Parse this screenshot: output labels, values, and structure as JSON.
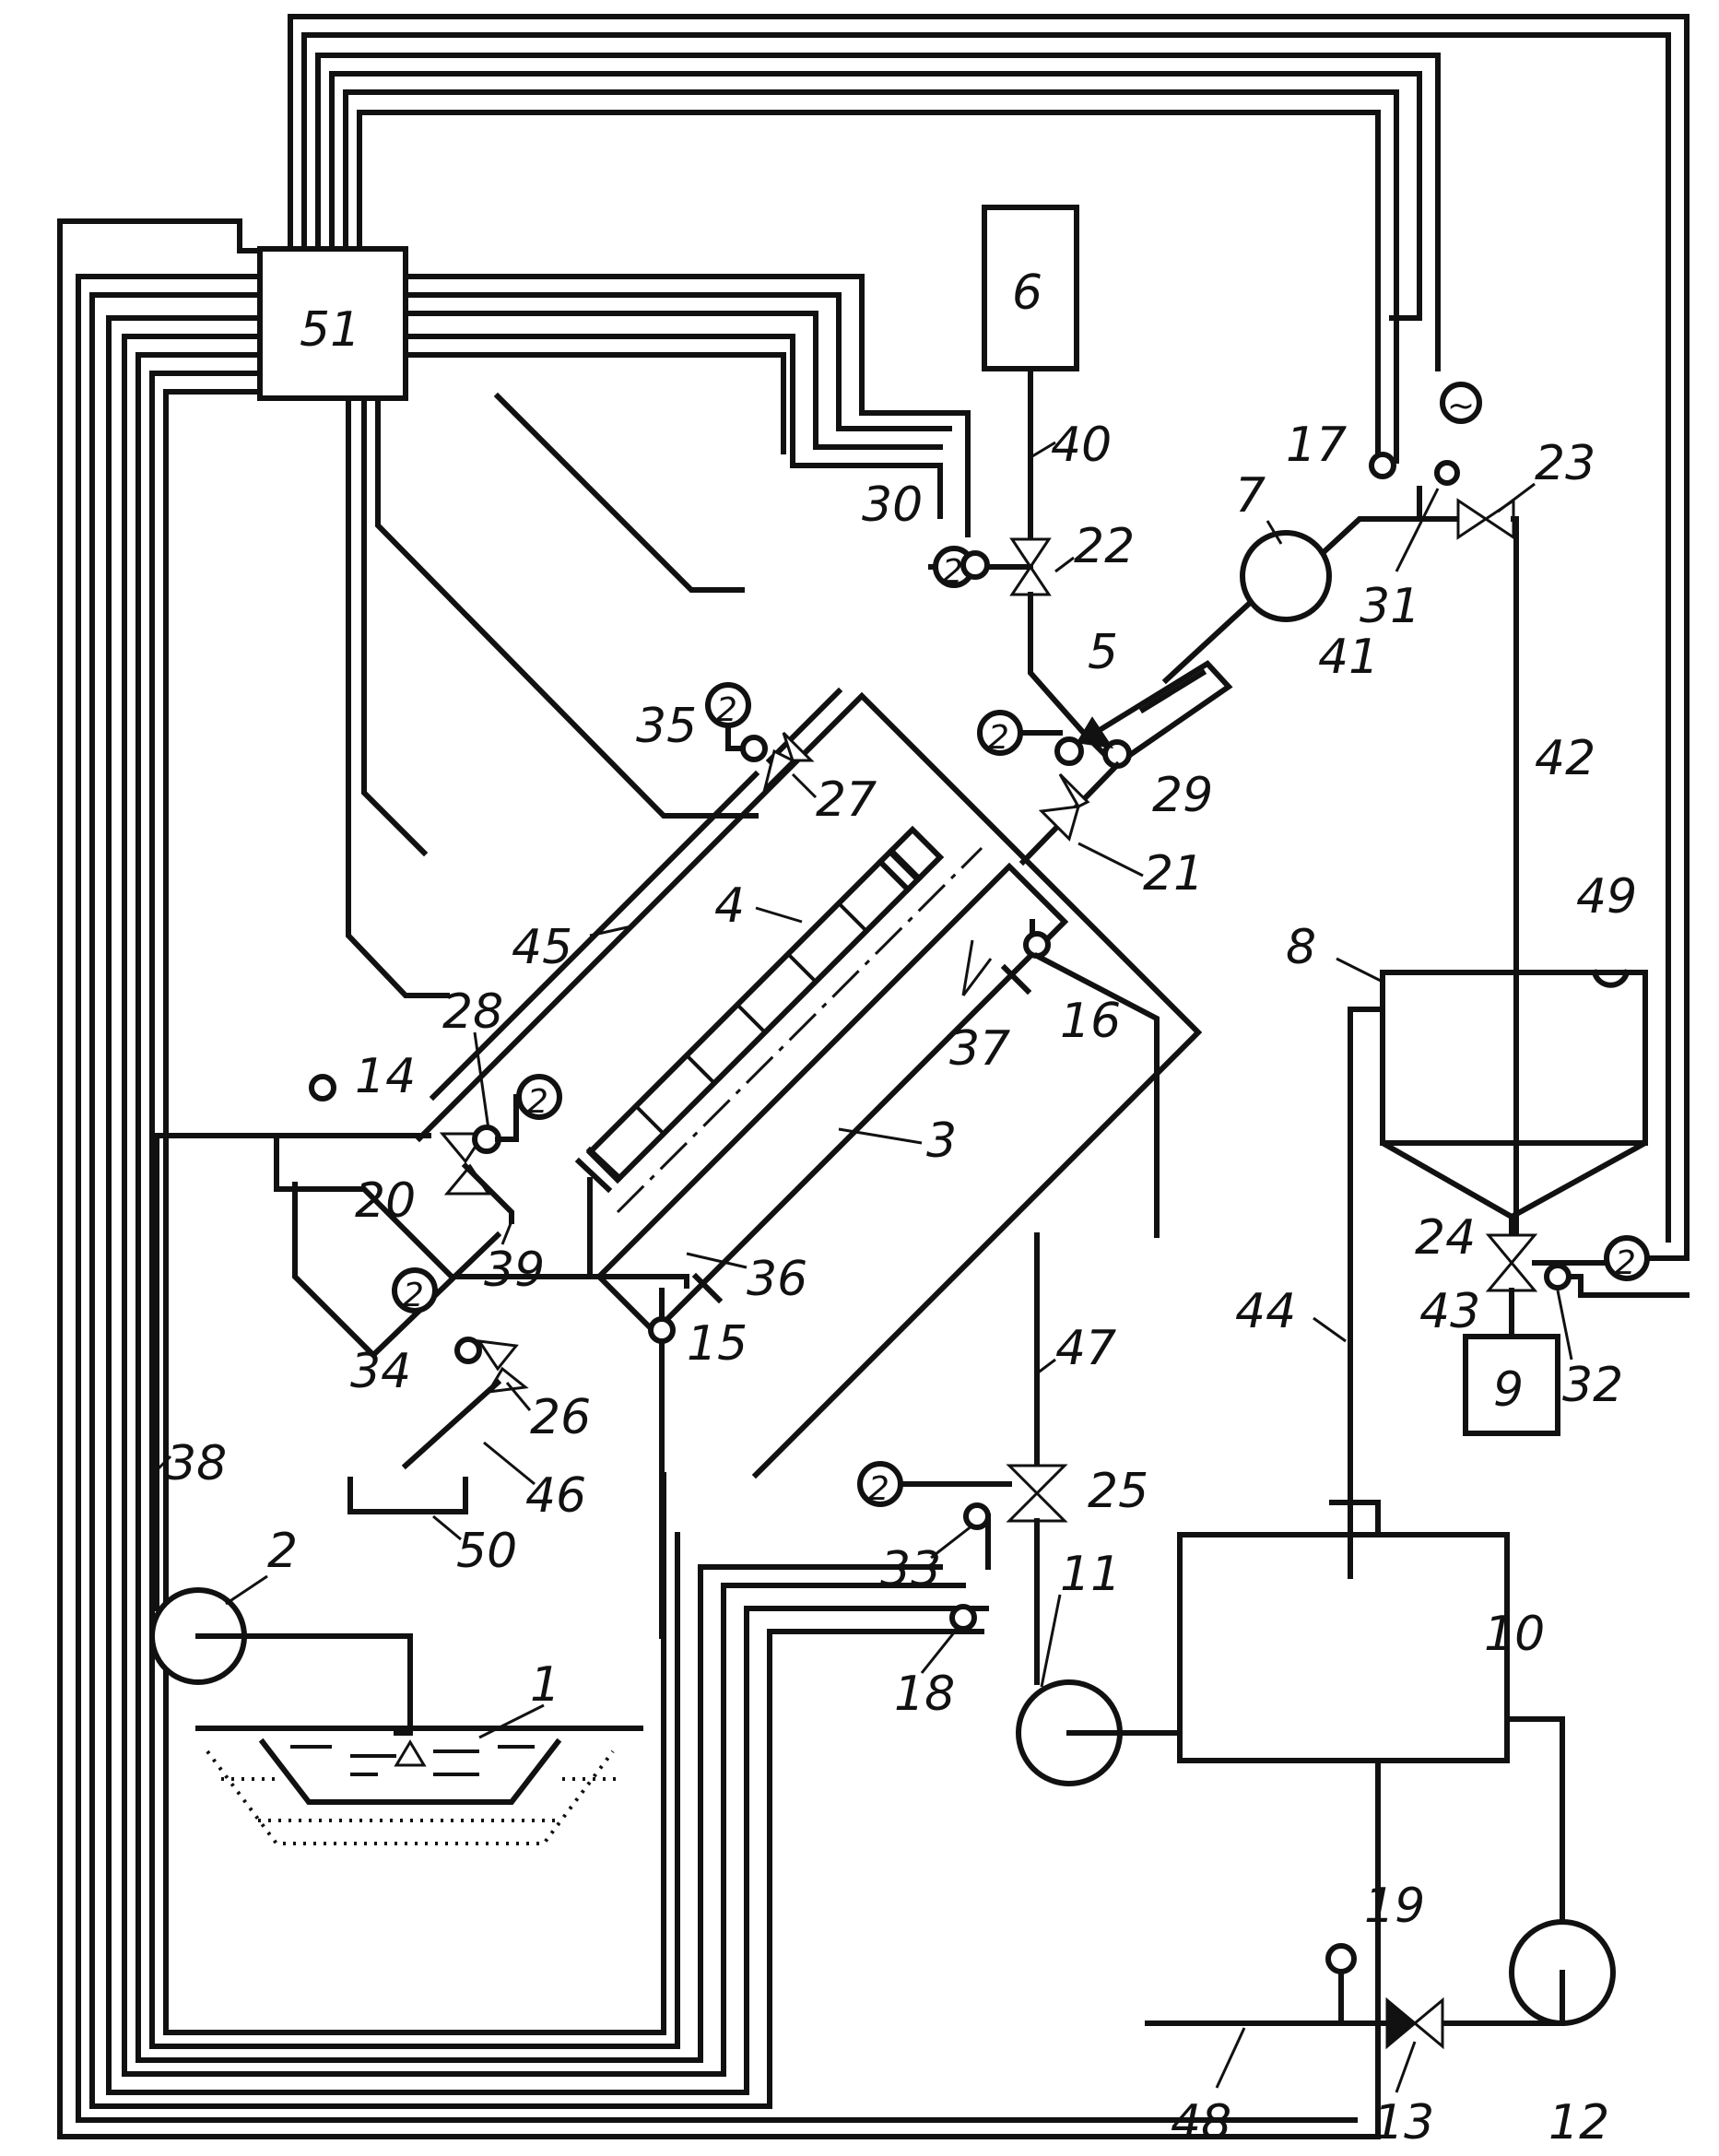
{
  "labels": [
    "1",
    "2",
    "3",
    "4",
    "5",
    "6",
    "7",
    "8",
    "9",
    "10",
    "11",
    "12",
    "13",
    "14",
    "15",
    "16",
    "17",
    "18",
    "19",
    "20",
    "21",
    "22",
    "23",
    "24",
    "25",
    "26",
    "27",
    "28",
    "29",
    "30",
    "31",
    "32",
    "33",
    "34",
    "35",
    "36",
    "37",
    "38",
    "39",
    "40",
    "41",
    "42",
    "43",
    "44",
    "45",
    "46",
    "47",
    "48",
    "49",
    "50",
    "51"
  ],
  "icons": {
    "actuator_symbol": "2",
    "generator_symbol": "~"
  }
}
